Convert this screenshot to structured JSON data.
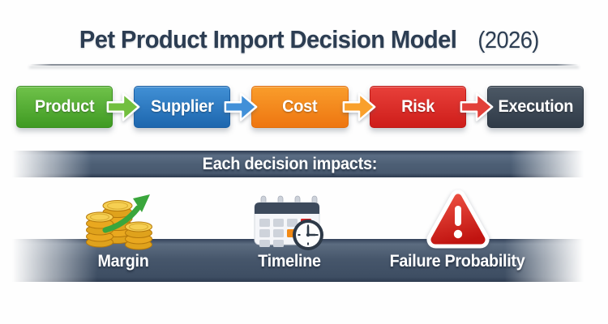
{
  "header": {
    "title": "Pet Product Import Decision Model",
    "year_suffix": "(2026)"
  },
  "flow": {
    "steps": [
      {
        "label": "Product",
        "color_top": "#6fc24a",
        "color_bottom": "#3f9a22",
        "border": "#3a8f1f",
        "arrow_color": "#72bf3f"
      },
      {
        "label": "Supplier",
        "color_top": "#4190d5",
        "color_bottom": "#1d66ae",
        "border": "#1b5fa4",
        "arrow_color": "#4190d8"
      },
      {
        "label": "Cost",
        "color_top": "#f99d2b",
        "color_bottom": "#ee7611",
        "border": "#e06f0e",
        "arrow_color": "#f9a02c"
      },
      {
        "label": "Risk",
        "color_top": "#e8403a",
        "color_bottom": "#ce1d1a",
        "border": "#bd1a17",
        "arrow_color": "#e2403a"
      },
      {
        "label": "Execution",
        "color_top": "#4c5865",
        "color_bottom": "#303b48",
        "border": "#28323e",
        "arrow_color": null
      }
    ]
  },
  "impacts": {
    "heading": "Each decision impacts:",
    "items": [
      {
        "label": "Margin",
        "icon": "coins-growth-icon"
      },
      {
        "label": "Timeline",
        "icon": "calendar-clock-icon"
      },
      {
        "label": "Failure Probability",
        "icon": "warning-triangle-icon"
      }
    ]
  },
  "colors": {
    "title_text": "#2c3d52",
    "divider": "#8b929b",
    "impacts_band_core": "#4d5f75",
    "impacts_band_edge": "#2f3d52",
    "bottom_band_core": "#46566b",
    "bottom_band_edge": "#33425a",
    "background": "#fefefe",
    "coin_gold": "#e9a81f",
    "growth_arrow_green": "#3aa63c",
    "warning_red": "#d71a12",
    "calendar_header": "#3d4a5c",
    "calendar_red_cell": "#dd1f1f",
    "calendar_orange_cell": "#f28a16"
  }
}
